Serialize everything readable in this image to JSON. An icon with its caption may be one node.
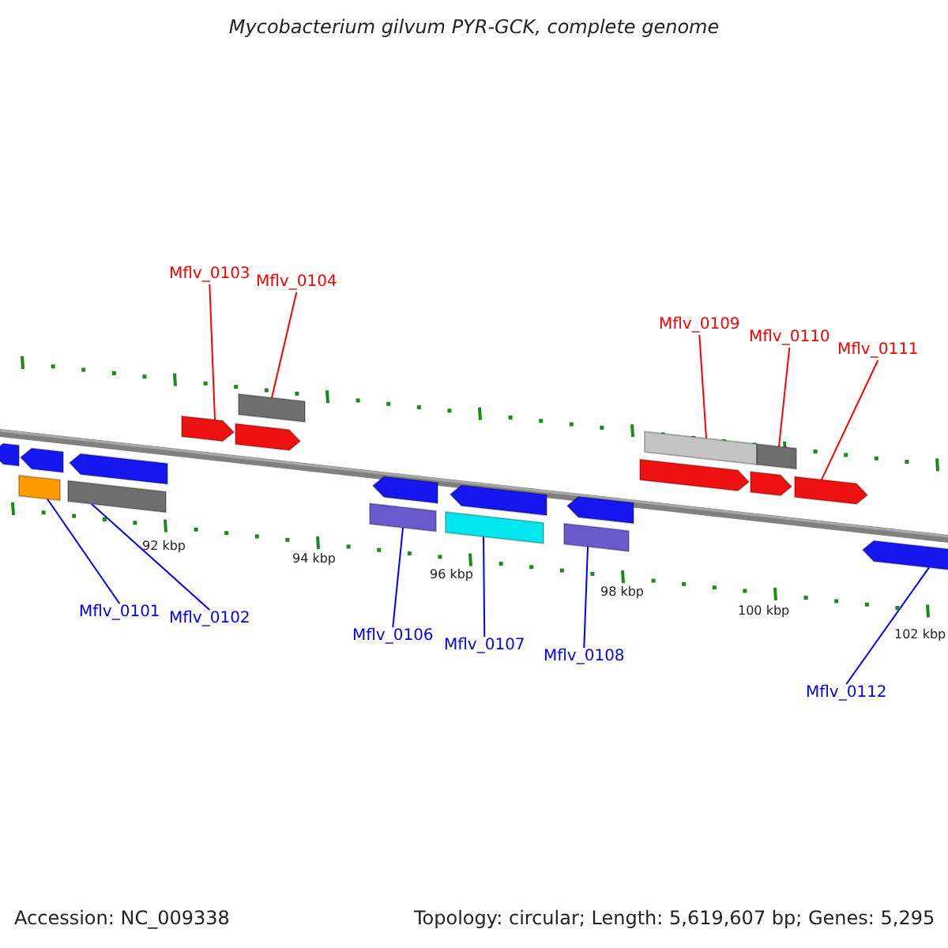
{
  "diagram": {
    "title": "Mycobacterium gilvum PYR-GCK, complete genome",
    "nodes": [
      {
        "text": [
          "Mflv_0103"
        ]
      },
      {
        "text": [
          "Mflv_0104"
        ]
      },
      {
        "text": [
          "Mflv_0109"
        ]
      },
      {
        "text": [
          "Mflv_0110"
        ]
      },
      {
        "text": [
          "Mflv_0111"
        ]
      },
      {
        "text": [
          "Mflv_0101"
        ]
      },
      {
        "text": [
          "Mflv_0102"
        ]
      },
      {
        "text": [
          "Mflv_0106"
        ]
      },
      {
        "text": [
          "Mflv_0107"
        ]
      },
      {
        "text": [
          "Mflv_0108"
        ]
      },
      {
        "text": [
          "Mflv_0112"
        ]
      },
      {
        "text": [],
        "shape": "pentagon"
      },
      {
        "text": [],
        "shape": "box"
      },
      {
        "text": [],
        "shape": "pentagon"
      },
      {
        "text": [],
        "shape": "box"
      },
      {
        "text": [],
        "shape": "pentagon"
      },
      {
        "text": [],
        "shape": "pentagon"
      },
      {
        "text": [],
        "shape": "pentagon"
      },
      {
        "text": [],
        "shape": "box"
      },
      {
        "text": [],
        "shape": "box"
      },
      {
        "text": [],
        "shape": "pentagon"
      },
      {
        "text": [],
        "shape": "box"
      },
      {
        "text": [],
        "shape": "pentagon"
      },
      {
        "text": [],
        "shape": "box"
      },
      {
        "text": [],
        "shape": "pentagon"
      },
      {
        "text": [],
        "shape": "pentagon"
      },
      {
        "text": [],
        "shape": "box"
      },
      {
        "text": [],
        "shape": "pentagon"
      },
      {
        "text": [],
        "shape": "box"
      },
      {
        "text": [],
        "shape": "pentagon"
      },
      {
        "text": [],
        "shape": "pentagon"
      },
      {
        "text": [],
        "shape": "bar"
      }
    ],
    "edges": [
      {
        "from": 0,
        "to": 16,
        "arrow": "none",
        "color": "#ff0000"
      },
      {
        "from": 1,
        "to": 18,
        "arrow": "none",
        "color": "#ff0000"
      },
      {
        "from": 2,
        "to": 26,
        "arrow": "none",
        "color": "#ff0000"
      },
      {
        "from": 3,
        "to": 28,
        "arrow": "none",
        "color": "#ff0000"
      },
      {
        "from": 4,
        "to": 29,
        "arrow": "none",
        "color": "#ff0000"
      },
      {
        "from": 5,
        "to": 12,
        "arrow": "none"
      },
      {
        "from": 6,
        "to": 14,
        "arrow": "none"
      },
      {
        "from": 7,
        "to": 19,
        "arrow": "none"
      },
      {
        "from": 8,
        "to": 21,
        "arrow": "none"
      },
      {
        "from": 9,
        "to": 23,
        "arrow": "none"
      },
      {
        "from": 10,
        "to": 30,
        "arrow": "none"
      }
    ],
    "labels": [
      "92 kbp",
      "94 kbp",
      "96 kbp",
      "98 kbp",
      "100 kbp",
      "102 kbp",
      "Accession: NC_009338",
      "Topology: circular; Length: 5,619,607 bp; Genes: 5,295"
    ]
  }
}
